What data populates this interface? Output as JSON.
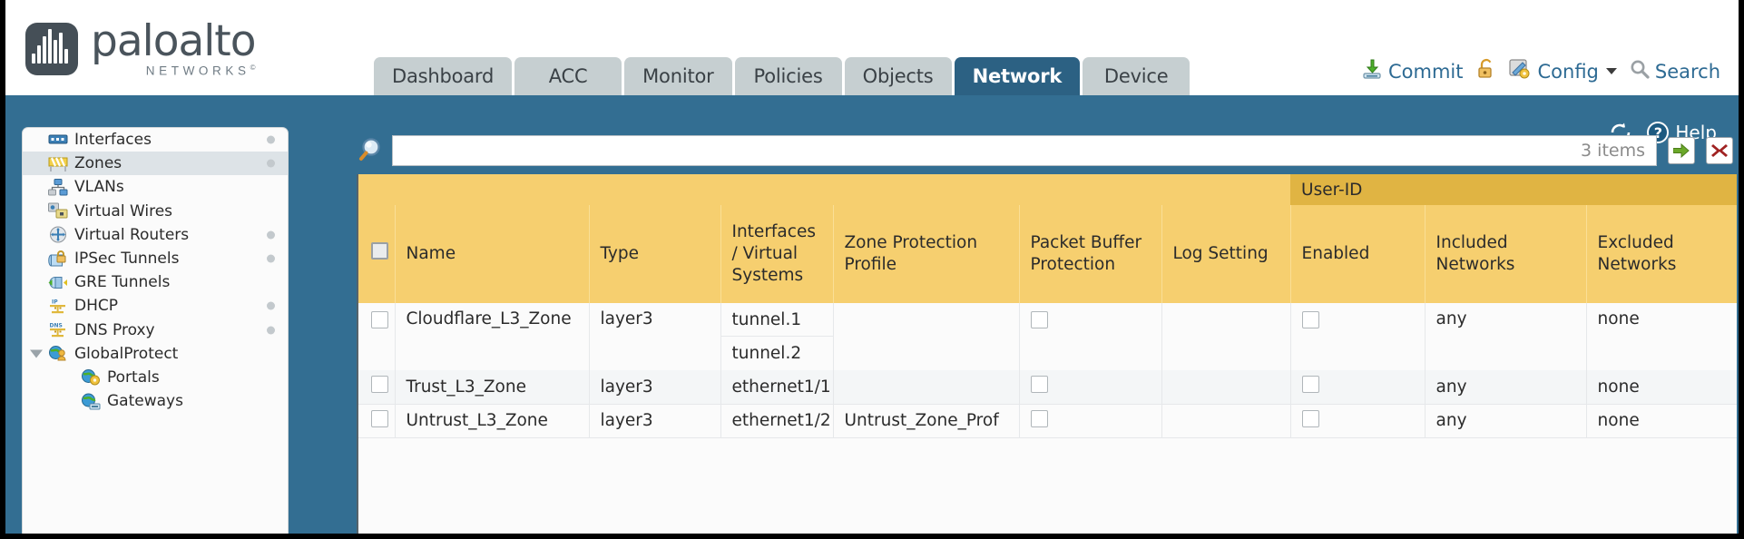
{
  "brand": {
    "name": "paloalto",
    "tagline": "NETWORKS",
    "trademark": "©",
    "logo_icon": "paloalto-logo-icon"
  },
  "nav": {
    "tabs": [
      {
        "label": "Dashboard",
        "active": false
      },
      {
        "label": "ACC",
        "active": false
      },
      {
        "label": "Monitor",
        "active": false
      },
      {
        "label": "Policies",
        "active": false
      },
      {
        "label": "Objects",
        "active": false
      },
      {
        "label": "Network",
        "active": true
      },
      {
        "label": "Device",
        "active": false
      }
    ]
  },
  "header_actions": {
    "commit": "Commit",
    "lock": "",
    "config": "Config",
    "search": "Search"
  },
  "utility_bar": {
    "refresh": "",
    "help": "Help"
  },
  "sidebar": {
    "items": [
      {
        "label": "Interfaces",
        "icon": "interfaces-icon",
        "selected": false,
        "dot": true,
        "indent": false,
        "expander": false
      },
      {
        "label": "Zones",
        "icon": "zones-icon",
        "selected": true,
        "dot": true,
        "indent": false,
        "expander": false
      },
      {
        "label": "VLANs",
        "icon": "vlans-icon",
        "selected": false,
        "dot": false,
        "indent": false,
        "expander": false
      },
      {
        "label": "Virtual Wires",
        "icon": "virtual-wires-icon",
        "selected": false,
        "dot": false,
        "indent": false,
        "expander": false
      },
      {
        "label": "Virtual Routers",
        "icon": "virtual-routers-icon",
        "selected": false,
        "dot": true,
        "indent": false,
        "expander": false
      },
      {
        "label": "IPSec Tunnels",
        "icon": "ipsec-tunnels-icon",
        "selected": false,
        "dot": true,
        "indent": false,
        "expander": false
      },
      {
        "label": "GRE Tunnels",
        "icon": "gre-tunnels-icon",
        "selected": false,
        "dot": false,
        "indent": false,
        "expander": false
      },
      {
        "label": "DHCP",
        "icon": "dhcp-icon",
        "selected": false,
        "dot": true,
        "indent": false,
        "expander": false
      },
      {
        "label": "DNS Proxy",
        "icon": "dns-proxy-icon",
        "selected": false,
        "dot": true,
        "indent": false,
        "expander": false
      },
      {
        "label": "GlobalProtect",
        "icon": "globalprotect-icon",
        "selected": false,
        "dot": false,
        "indent": false,
        "expander": true
      },
      {
        "label": "Portals",
        "icon": "portals-icon",
        "selected": false,
        "dot": false,
        "indent": true,
        "expander": false
      },
      {
        "label": "Gateways",
        "icon": "gateways-icon",
        "selected": false,
        "dot": false,
        "indent": true,
        "expander": false
      }
    ]
  },
  "search": {
    "value": "",
    "placeholder": "",
    "items_count": "3 items",
    "go_label": "➜",
    "clear_label": "✖",
    "search_icon": "search-icon"
  },
  "table": {
    "group_header": "User-ID",
    "columns": [
      "Name",
      "Type",
      "Interfaces / Virtual Systems",
      "Zone Protection Profile",
      "Packet Buffer Protection",
      "Log Setting",
      "Enabled",
      "Included Networks",
      "Excluded Networks"
    ],
    "rows": [
      {
        "name": "Cloudflare_L3_Zone",
        "type": "layer3",
        "interfaces": [
          "tunnel.1",
          "tunnel.2"
        ],
        "zone_protection_profile": "",
        "packet_buffer_protection": false,
        "log_setting": "",
        "userid_enabled": false,
        "included_networks": "any",
        "excluded_networks": "none",
        "selected": false
      },
      {
        "name": "Trust_L3_Zone",
        "type": "layer3",
        "interfaces": [
          "ethernet1/1"
        ],
        "zone_protection_profile": "",
        "packet_buffer_protection": false,
        "log_setting": "",
        "userid_enabled": false,
        "included_networks": "any",
        "excluded_networks": "none",
        "selected": false
      },
      {
        "name": "Untrust_L3_Zone",
        "type": "layer3",
        "interfaces": [
          "ethernet1/2"
        ],
        "zone_protection_profile": "Untrust_Zone_Prof",
        "packet_buffer_protection": false,
        "log_setting": "",
        "userid_enabled": false,
        "included_networks": "any",
        "excluded_networks": "none",
        "selected": false
      }
    ]
  },
  "colors": {
    "brand_blue": "#336e92",
    "tab_active": "#2c6183",
    "tab_inactive": "#c6cfd1",
    "table_header": "#f6cf6f",
    "table_group_header": "#e0b443",
    "link": "#3d7fa6"
  }
}
